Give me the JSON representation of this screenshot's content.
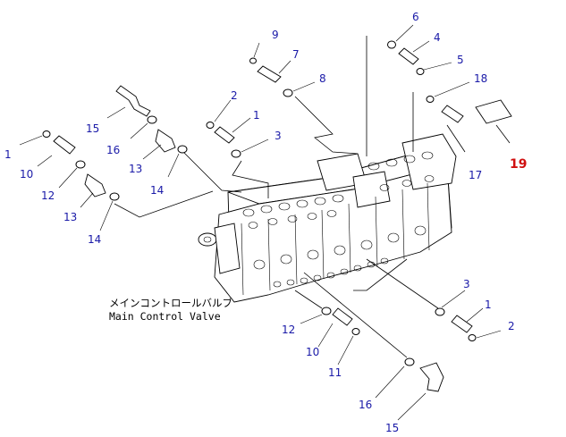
{
  "caption": {
    "jp": "メインコントロールバルブ",
    "en": "Main Control Valve"
  },
  "callouts": [
    {
      "id": "c9",
      "text": "9"
    },
    {
      "id": "c7",
      "text": "7"
    },
    {
      "id": "c8",
      "text": "8"
    },
    {
      "id": "c6",
      "text": "6"
    },
    {
      "id": "c4",
      "text": "4"
    },
    {
      "id": "c5",
      "text": "5"
    },
    {
      "id": "c18",
      "text": "18"
    },
    {
      "id": "c2a",
      "text": "2"
    },
    {
      "id": "c1a",
      "text": "1"
    },
    {
      "id": "c3a",
      "text": "3"
    },
    {
      "id": "c15a",
      "text": "15"
    },
    {
      "id": "c16a",
      "text": "16"
    },
    {
      "id": "c13a",
      "text": "13"
    },
    {
      "id": "c14a",
      "text": "14"
    },
    {
      "id": "c1b",
      "text": "1"
    },
    {
      "id": "c10a",
      "text": "10"
    },
    {
      "id": "c12a",
      "text": "12"
    },
    {
      "id": "c13b",
      "text": "13"
    },
    {
      "id": "c14b",
      "text": "14"
    },
    {
      "id": "c17",
      "text": "17"
    },
    {
      "id": "c19",
      "text": "19"
    },
    {
      "id": "c3b",
      "text": "3"
    },
    {
      "id": "c1c",
      "text": "1"
    },
    {
      "id": "c2b",
      "text": "2"
    },
    {
      "id": "c12b",
      "text": "12"
    },
    {
      "id": "c10b",
      "text": "10"
    },
    {
      "id": "c11",
      "text": "11"
    },
    {
      "id": "c16b",
      "text": "16"
    },
    {
      "id": "c15b",
      "text": "15"
    }
  ],
  "colors": {
    "callout": "#1a1aa8",
    "highlight": "#d01010",
    "line": "#000000"
  }
}
